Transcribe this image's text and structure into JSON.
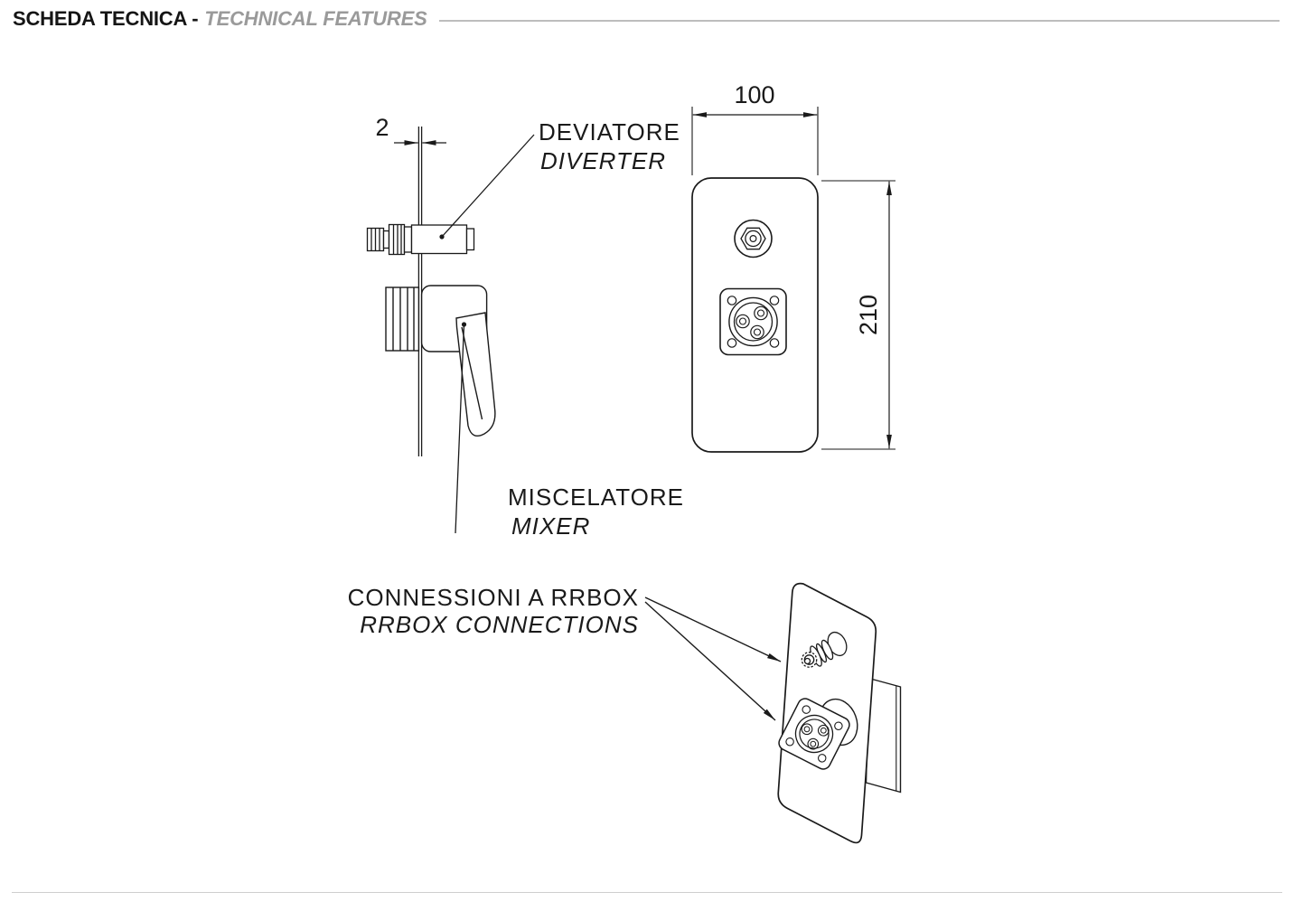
{
  "header": {
    "title_it": "SCHEDA TECNICA -",
    "title_en": "TECHNICAL FEATURES"
  },
  "side_view": {
    "thickness_dim": "2",
    "diverter_label_it": "DEVIATORE",
    "diverter_label_en": "DIVERTER",
    "mixer_label_it": "MISCELATORE",
    "mixer_label_en": "MIXER"
  },
  "front_view": {
    "width_dim": "100",
    "height_dim": "210"
  },
  "iso_view": {
    "connections_label_it": "CONNESSIONI A RRBOX",
    "connections_label_en": "RRBOX CONNECTIONS"
  },
  "colors": {
    "line": "#1a1a1a",
    "muted_text": "#9a9a9a",
    "header_rule": "#bdbdbd",
    "footer_rule": "#cfcfcf"
  }
}
